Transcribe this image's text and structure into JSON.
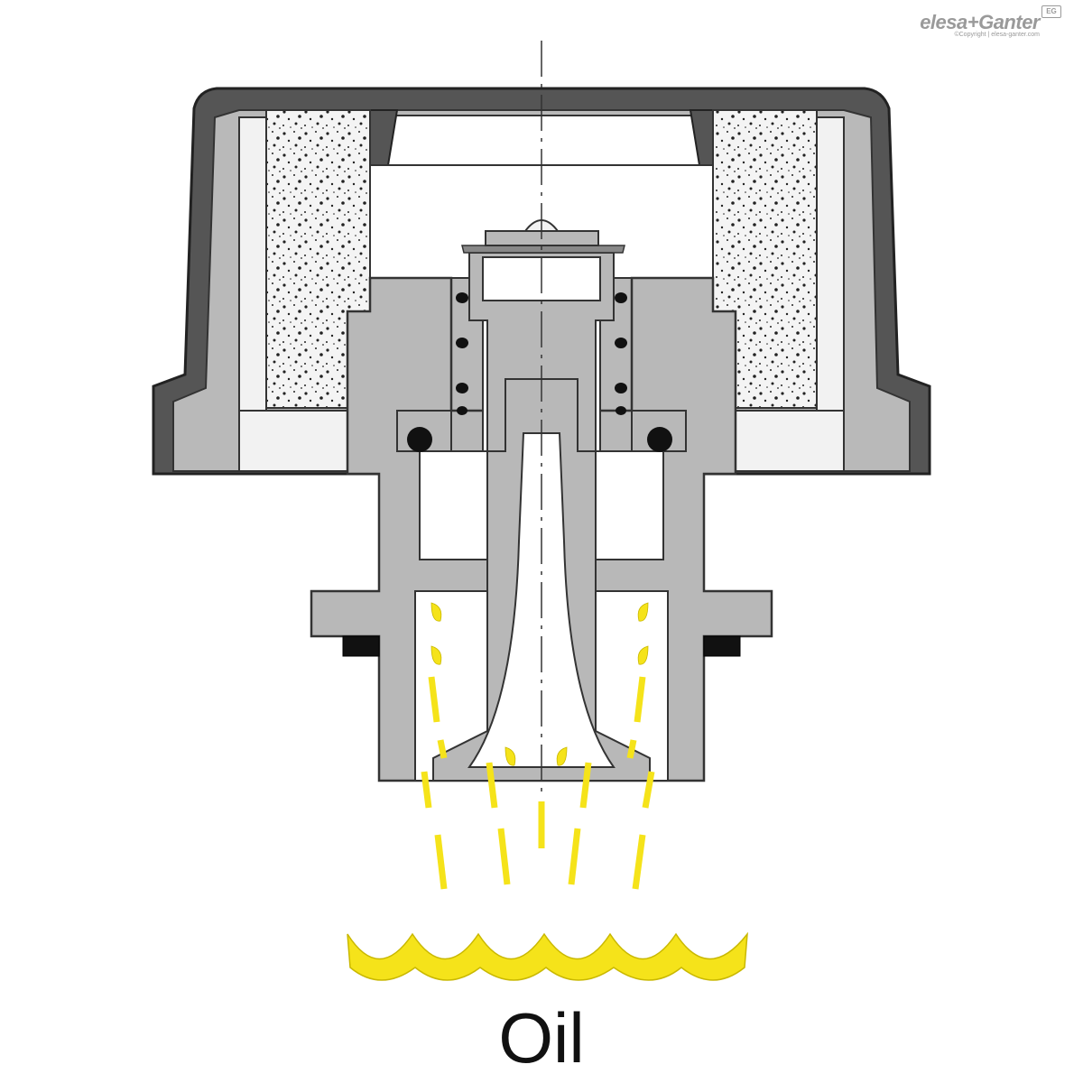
{
  "diagram": {
    "label": "Oil",
    "logo": {
      "brand": "elesa+Ganter",
      "badge": "EG",
      "copyright": "©Copyright | elesa-ganter.com"
    },
    "colors": {
      "cap": "#555555",
      "housing": "#b8b8b8",
      "filter": "#f2f2f2",
      "oil": "#f5e31a",
      "seal": "#111111",
      "line": "#333333"
    }
  }
}
